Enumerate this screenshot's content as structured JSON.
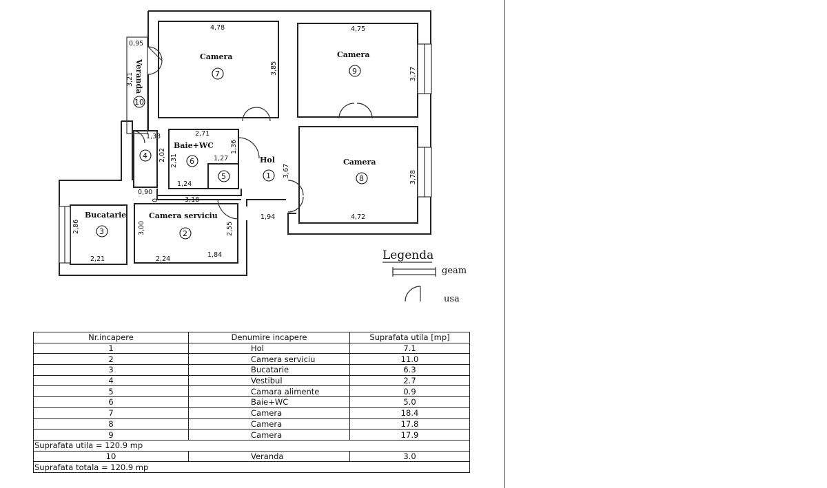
{
  "rooms": [
    {
      "id": "1",
      "name": "Hol"
    },
    {
      "id": "2",
      "name": "Camera serviciu"
    },
    {
      "id": "3",
      "name": "Bucatarie"
    },
    {
      "id": "4",
      "name": ""
    },
    {
      "id": "5",
      "name": ""
    },
    {
      "id": "6",
      "name": "Baie+WC"
    },
    {
      "id": "7",
      "name": "Camera"
    },
    {
      "id": "8",
      "name": "Camera"
    },
    {
      "id": "9",
      "name": "Camera"
    },
    {
      "id": "10",
      "name": "Veranda"
    }
  ],
  "dimensions": {
    "r7_w": "4,78",
    "r7_h": "3,85",
    "r9_w": "4,75",
    "r9_h": "3,77",
    "r8_w": "4,72",
    "r8_h": "3,78",
    "veranda_w": "0,95",
    "veranda_h": "3,21",
    "r4_w": "1,33",
    "r4_h": "2,02",
    "r4_door": "0,90",
    "r4_side": "0",
    "r6_w": "2,71",
    "r6_h": "2,31",
    "r6_a": "1,27",
    "r6_b": "1,24",
    "r6_door": "1,36",
    "hol_h": "3,67",
    "hol_w": "1,94",
    "r2_top": "3,18",
    "r2_h": "3,00",
    "r2_w": "2,24",
    "r2_w2": "1,84",
    "r2_h2": "2,55",
    "r3_h": "2,86",
    "r3_w": "2,21"
  },
  "legend": {
    "title": "Legenda",
    "window": "geam",
    "door": "usa"
  },
  "table": {
    "headers": [
      "Nr.incapere",
      "Denumire incapere",
      "Suprafata utila [mp]"
    ],
    "rows": [
      {
        "nr": "1",
        "name": "Hol",
        "area": "7.1"
      },
      {
        "nr": "2",
        "name": "Camera serviciu",
        "area": "11.0"
      },
      {
        "nr": "3",
        "name": "Bucatarie",
        "area": "6.3"
      },
      {
        "nr": "4",
        "name": "Vestibul",
        "area": "2.7"
      },
      {
        "nr": "5",
        "name": "Camara alimente",
        "area": "0.9"
      },
      {
        "nr": "6",
        "name": "Baie+WC",
        "area": "5.0"
      },
      {
        "nr": "7",
        "name": "Camera",
        "area": "18.4"
      },
      {
        "nr": "8",
        "name": "Camera",
        "area": "17.8"
      },
      {
        "nr": "9",
        "name": "Camera",
        "area": "17.9"
      }
    ],
    "useful_total": "Suprafata utila = 120.9 mp",
    "veranda_row": {
      "nr": "10",
      "name": "Veranda",
      "area": "3.0"
    },
    "grand_total": "Suprafata totala = 120.9 mp"
  }
}
